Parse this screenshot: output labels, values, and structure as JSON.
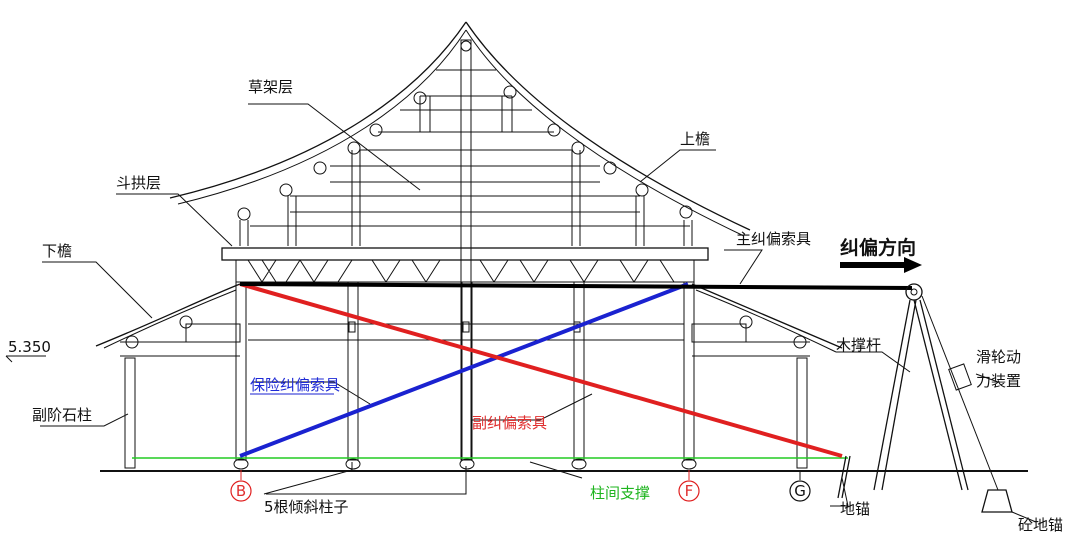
{
  "labels": {
    "caojia": "草架层",
    "shangyan": "上檐",
    "dougong": "斗拱层",
    "xiayan": "下檐",
    "elevation": "5.350",
    "fujie": "副阶石柱",
    "main_cable": "主纠偏索具",
    "direction": "纠偏方向",
    "safety_cable": "保险纠偏索具",
    "sub_cable": "副纠偏索具",
    "wood_strut": "木撑杆",
    "pulley_line1": "滑轮动",
    "pulley_line2": "力装置",
    "columns": "5根倾斜柱子",
    "bracing": "柱间支撑",
    "ground_anchor": "地锚",
    "concrete_anchor": "砼地锚",
    "axis_b": "B",
    "axis_f": "F",
    "axis_g": "G"
  },
  "colors": {
    "line": "#111111",
    "main_cable": "#000000",
    "sub_cable": "#e02020",
    "safety_cable": "#1a22d0",
    "bracing": "#22cc22"
  }
}
